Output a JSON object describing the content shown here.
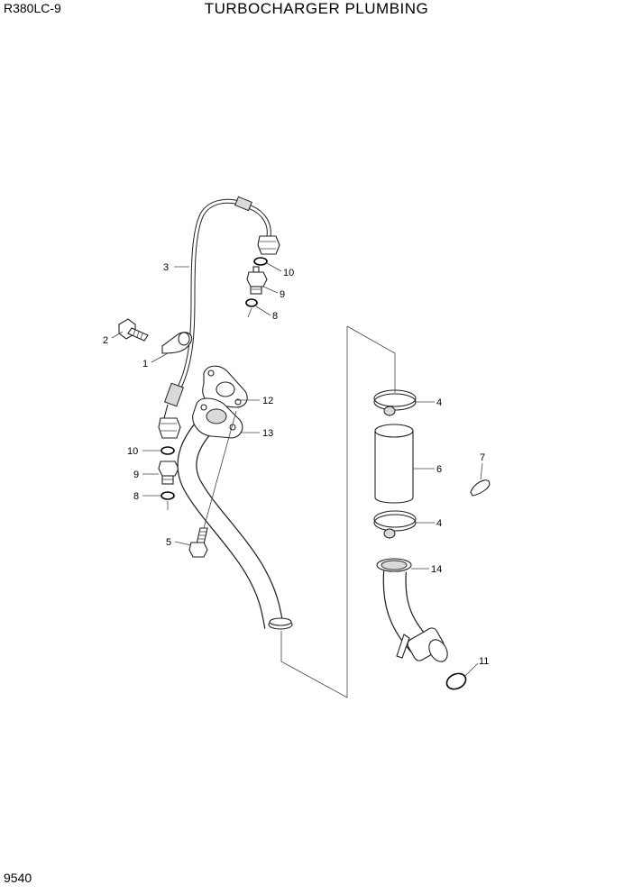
{
  "header": {
    "model": "R380LC-9",
    "title": "TURBOCHARGER PLUMBING"
  },
  "footer": {
    "page_number": "9540"
  },
  "callouts": {
    "c1": "1",
    "c2": "2",
    "c3": "3",
    "c4a": "4",
    "c4b": "4",
    "c5": "5",
    "c6": "6",
    "c7": "7",
    "c8a": "8",
    "c8b": "8",
    "c9a": "9",
    "c9b": "9",
    "c10a": "10",
    "c10b": "10",
    "c11": "11",
    "c12": "12",
    "c13": "13",
    "c14": "14"
  }
}
